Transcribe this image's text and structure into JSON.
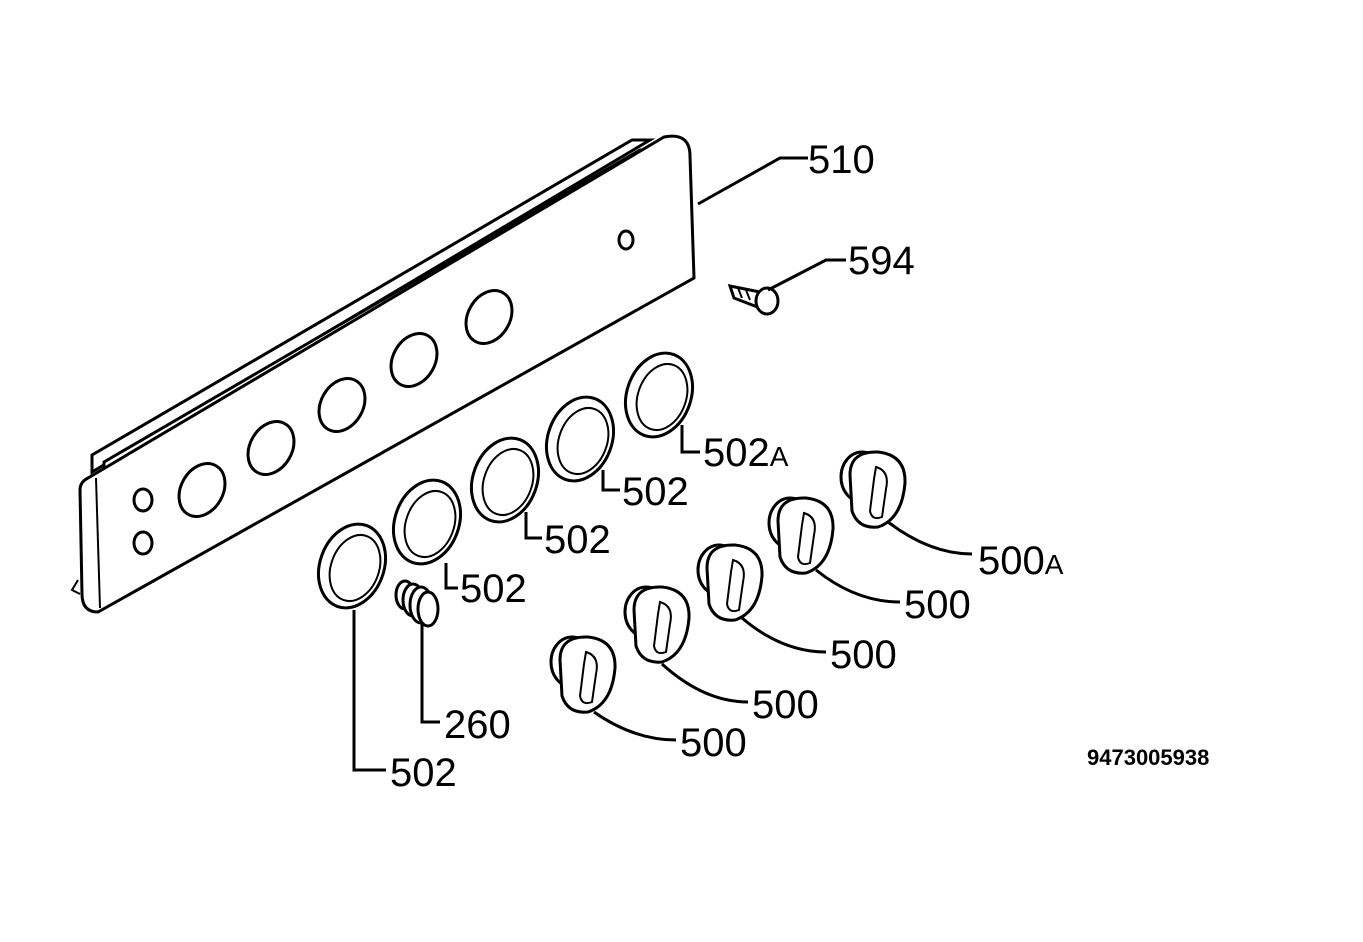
{
  "drawing_code": "9473005938",
  "callouts": {
    "panel": "510",
    "indicator_lamp": "594",
    "ring_a": "502",
    "ring_a_suffix": "A",
    "ring_4": "502",
    "ring_3": "502",
    "ring_2": "502",
    "ring_1": "502",
    "spring": "260",
    "knob_a": "500",
    "knob_a_suffix": "A",
    "knob_4": "500",
    "knob_3": "500",
    "knob_2": "500",
    "knob_1": "500"
  }
}
